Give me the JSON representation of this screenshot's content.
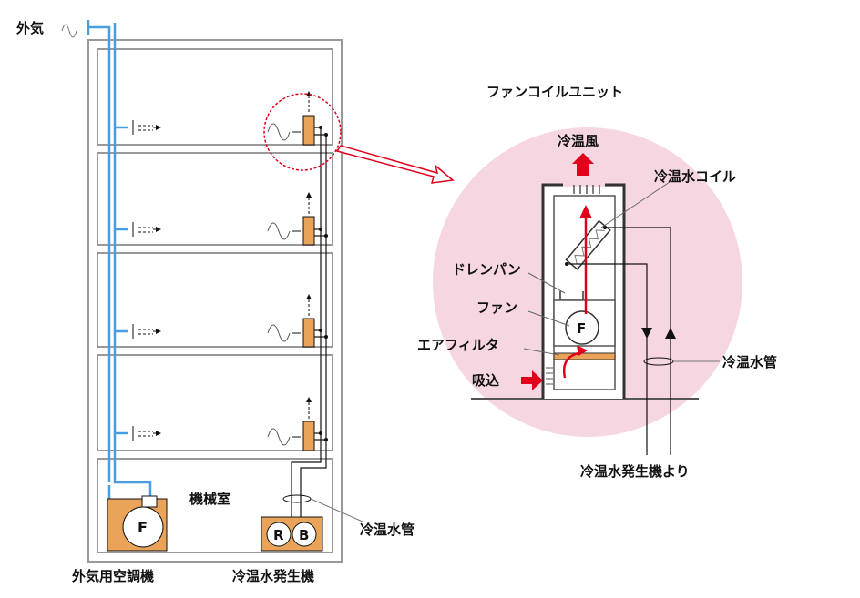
{
  "labels": {
    "outside_air": "外気",
    "fcu_title": "ファンコイルユニット",
    "cold_hot_air": "冷温風",
    "cold_hot_water_coil": "冷温水コイル",
    "drain_pan": "ドレンパン",
    "fan": "ファン",
    "air_filter": "エアフィルタ",
    "intake": "吸込",
    "cold_hot_water_pipe_right": "冷温水管",
    "from_generator": "冷温水発生機より",
    "machine_room": "機械室",
    "cold_hot_water_pipe_left": "冷温水管",
    "outdoor_ac_unit": "外気用空調機",
    "cold_hot_water_generator": "冷温水発生機",
    "fan_letter_small": "F",
    "fan_letter_big": "F",
    "generator_r": "R",
    "generator_b": "B"
  },
  "colors": {
    "outside_air_duct": "#4a9ee0",
    "unit_fill": "#e9a45a",
    "magnify_circle": "#f6d6e0",
    "arrow_red": "#e0001b",
    "building_outline": "#999999"
  }
}
